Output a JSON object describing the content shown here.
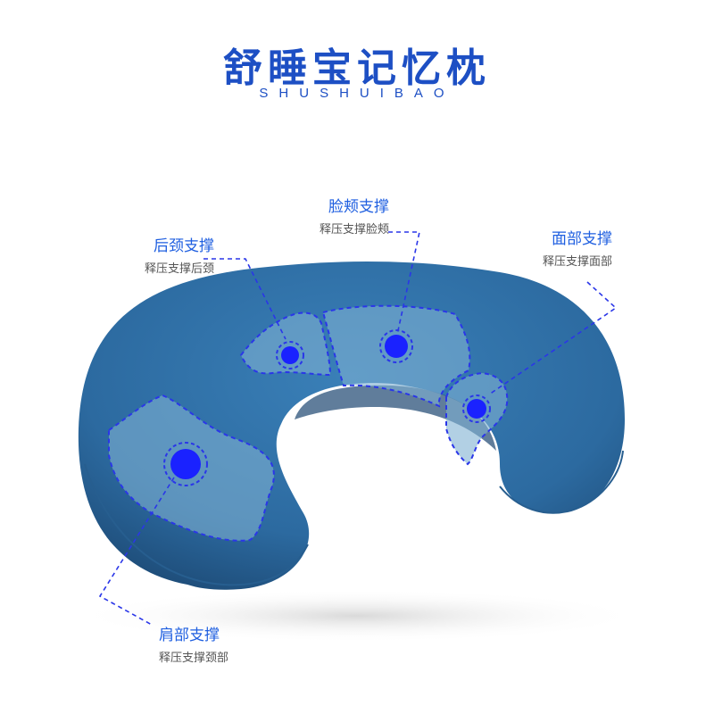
{
  "header": {
    "title": "舒睡宝记忆枕",
    "subtitle": "SHUSHUIBAO"
  },
  "callouts": [
    {
      "heading": "后颈支撑",
      "desc": "释压支撑后颈"
    },
    {
      "heading": "脸颊支撑",
      "desc": "释压支撑脸颊"
    },
    {
      "heading": "面部支撑",
      "desc": "释压支撑面部"
    },
    {
      "heading": "肩部支撑",
      "desc": "释压支撑颈部"
    }
  ],
  "colors": {
    "pillow": "#2c6aa0",
    "accent": "#1f5fe0",
    "dot": "#1a22ff"
  }
}
